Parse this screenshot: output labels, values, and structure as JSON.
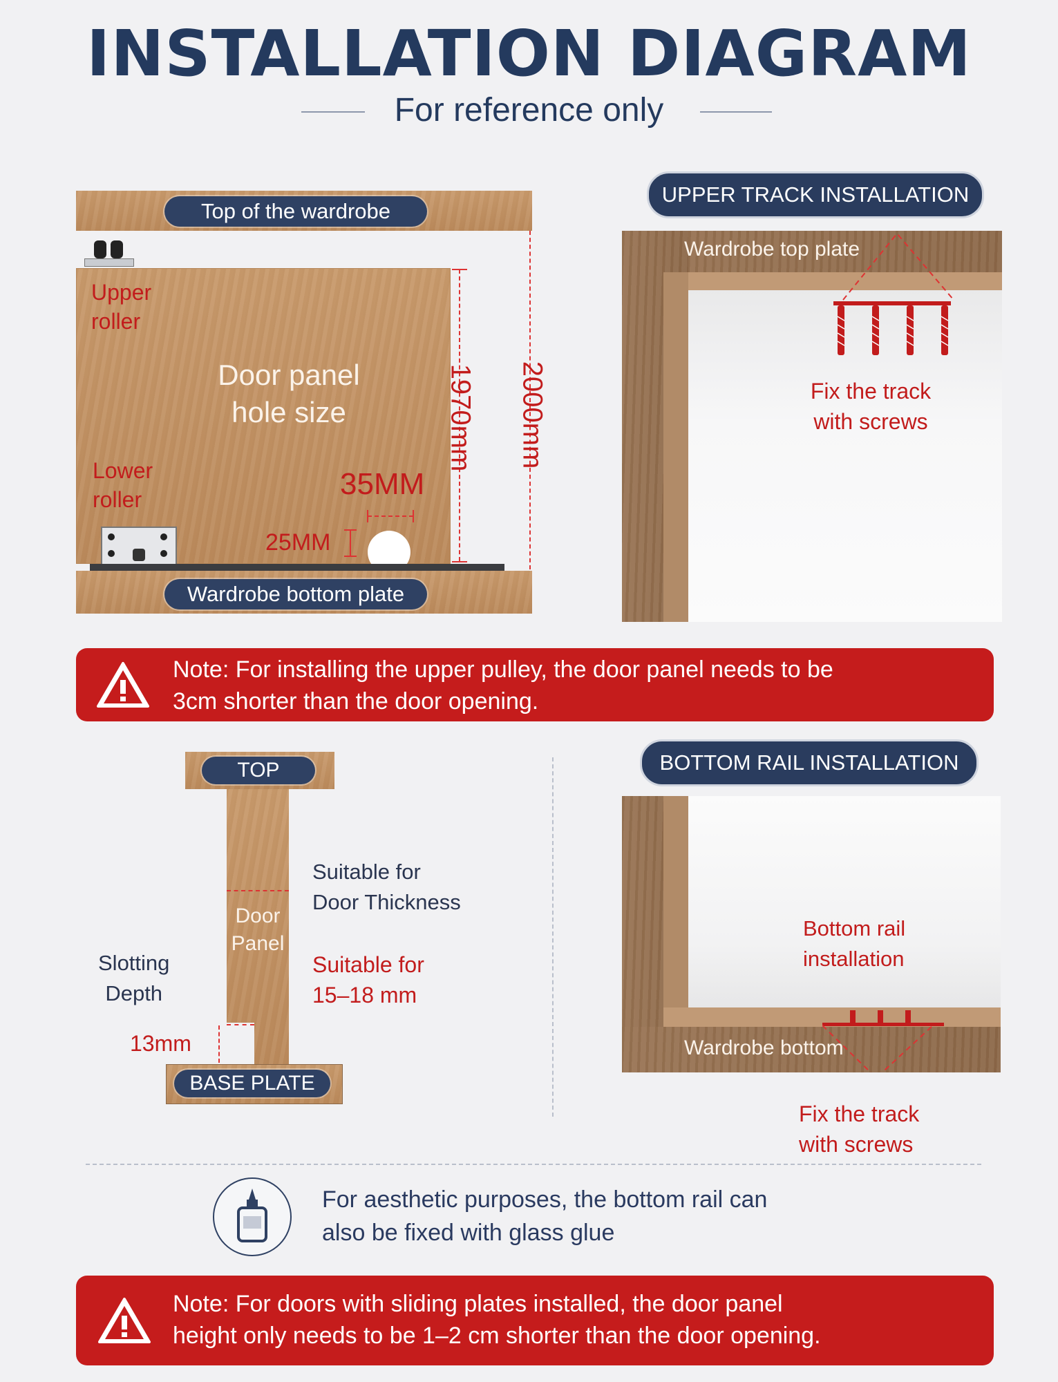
{
  "header": {
    "title": "INSTALLATION DIAGRAM",
    "subtitle": "For reference only"
  },
  "door_diagram": {
    "top_label": "Top of the wardrobe",
    "upper_roller": "Upper\nroller",
    "lower_roller": "Lower\nroller",
    "panel_label": "Door panel\nhole size",
    "hole_width": "35MM",
    "hole_depth": "25MM",
    "panel_height": "1970mm",
    "opening_height": "2000mm",
    "bottom_label": "Wardrobe bottom plate"
  },
  "upper_track": {
    "heading": "UPPER TRACK INSTALLATION",
    "plate_label": "Wardrobe top plate",
    "instruction": "Fix the track\nwith screws"
  },
  "note1": {
    "text": "Note: For installing the upper pulley, the door panel needs to be\n3cm shorter than the door opening."
  },
  "cross_section": {
    "top_label": "TOP",
    "panel_label": "Door\nPanel",
    "thickness_label": "Suitable for\nDoor Thickness",
    "thickness_value": "Suitable for\n15–18 mm",
    "slot_label": "Slotting\nDepth",
    "slot_value": "13mm",
    "base_label": "BASE PLATE"
  },
  "bottom_rail": {
    "heading": "BOTTOM RAIL INSTALLATION",
    "instruction_top": "Bottom rail\ninstallation",
    "bottom_label": "Wardrobe bottom",
    "instruction": "Fix the track\nwith screws"
  },
  "glue_tip": {
    "text": "For aesthetic purposes, the bottom rail can\nalso be fixed with glass glue",
    "icon": "glue-bottle-icon"
  },
  "note2": {
    "text": "Note: For doors with sliding plates installed, the door panel\nheight only needs to be 1–2 cm shorter than the door opening."
  },
  "colors": {
    "navy": "#2f4163",
    "alert_red": "#c51c1c",
    "wood": "#c89a6c"
  }
}
